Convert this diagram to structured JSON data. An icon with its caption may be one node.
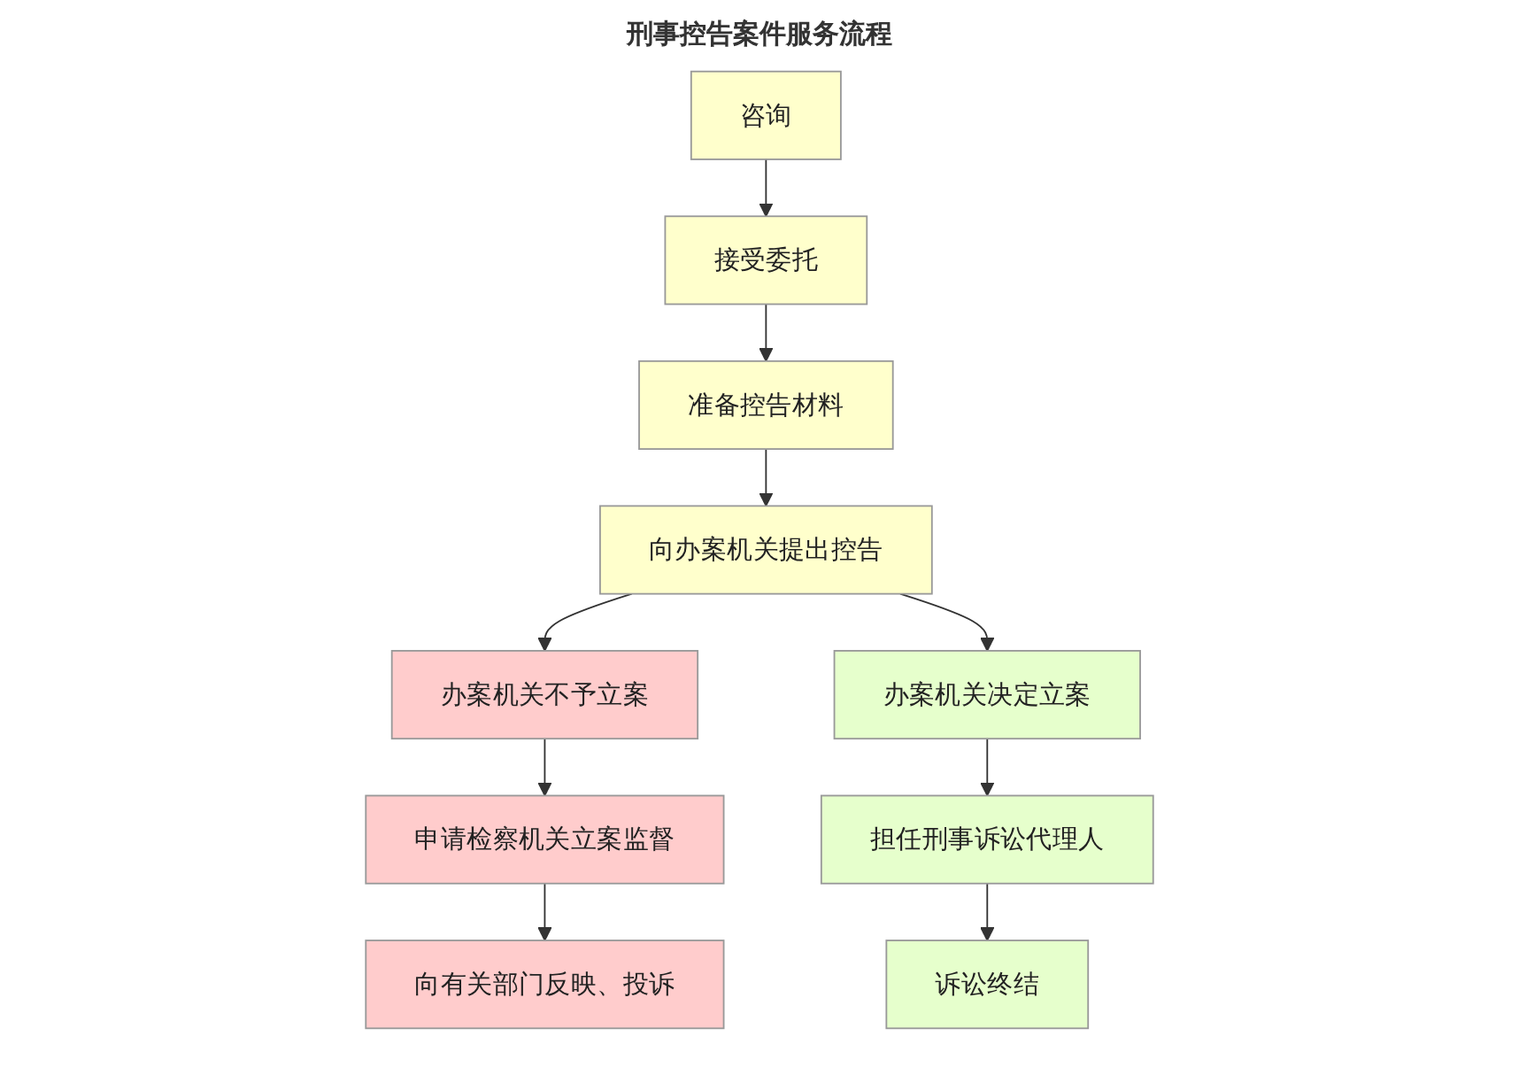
{
  "diagram": {
    "title": "刑事控告案件服务流程",
    "nodes": [
      {
        "text": [
          "咨询"
        ]
      },
      {
        "text": [
          "接受委托"
        ]
      },
      {
        "text": [
          "准备控告材料"
        ]
      },
      {
        "text": [
          "向办案机关提出控告"
        ]
      },
      {
        "text": [
          "办案机关不予立案"
        ]
      },
      {
        "text": [
          "申请检察机关立案监督"
        ]
      },
      {
        "text": [
          "向有关部门反映、投诉"
        ]
      },
      {
        "text": [
          "办案机关决定立案"
        ]
      },
      {
        "text": [
          "担任刑事诉讼代理人"
        ]
      },
      {
        "text": [
          "诉讼终结"
        ]
      }
    ],
    "edges": [
      {
        "from": 0,
        "to": 1,
        "arrow": "to"
      },
      {
        "from": 1,
        "to": 2,
        "arrow": "to"
      },
      {
        "from": 2,
        "to": 3,
        "arrow": "to"
      },
      {
        "from": 3,
        "to": 4,
        "arrow": "to"
      },
      {
        "from": 3,
        "to": 7,
        "arrow": "to"
      },
      {
        "from": 4,
        "to": 5,
        "arrow": "to"
      },
      {
        "from": 5,
        "to": 6,
        "arrow": "to"
      },
      {
        "from": 7,
        "to": 8,
        "arrow": "to"
      },
      {
        "from": 8,
        "to": 9,
        "arrow": "to"
      }
    ]
  }
}
